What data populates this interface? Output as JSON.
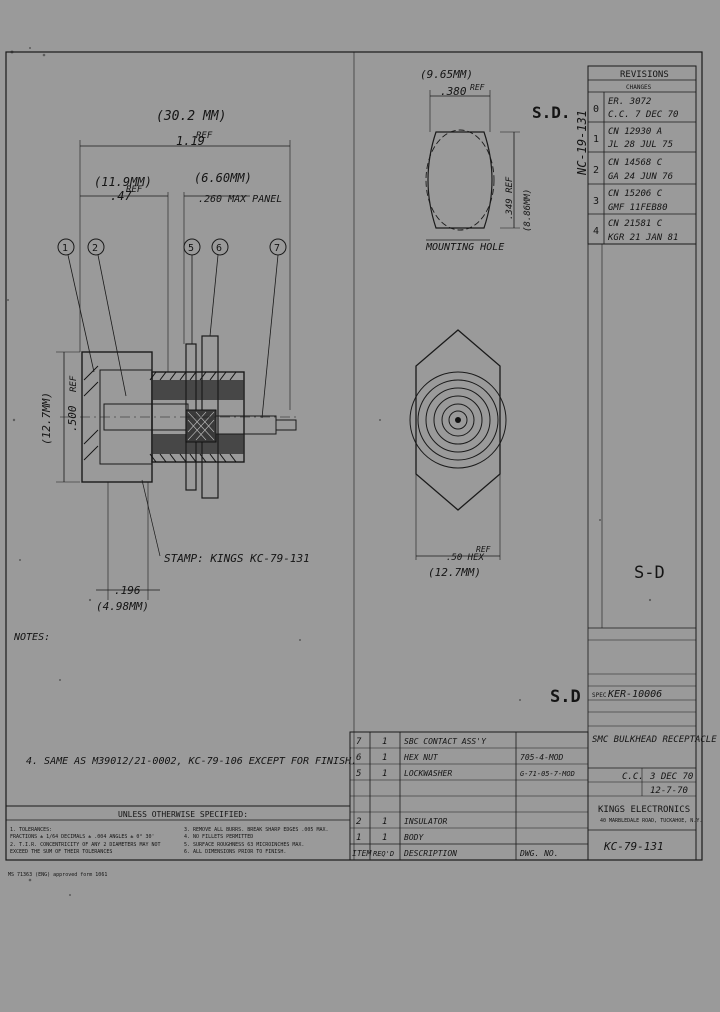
{
  "dimensions": {
    "overall_mm": "(30.2 MM)",
    "overall_in": "1.19",
    "overall_ref": "REF",
    "left_mm": "(11.9MM)",
    "left_in": ".47",
    "left_ref": "REF",
    "panel_mm": "(6.60MM)",
    "panel_in": ".260 MAX PANEL",
    "height_mm": "(12.7MM)",
    "height_in": ".500",
    "height_ref": "REF",
    "bottom_in": ".196",
    "bottom_mm": "(4.98MM)",
    "stamp": "STAMP: KINGS KC-79-131",
    "hole_mm": "(9.65MM)",
    "hole_in": ".380",
    "hole_ref": "REF",
    "hole_flat_in": ".349 REF",
    "hole_flat_mm": "(8.86MM)",
    "mounting_hole": "MOUNTING HOLE",
    "hex_in": ".50 HEX",
    "hex_ref": "REF",
    "hex_mm": "(12.7MM)"
  },
  "balloons": [
    "1",
    "2",
    "5",
    "6",
    "7"
  ],
  "sd_marks": {
    "top": "S.D.",
    "right": "S-D",
    "lower": "S.D"
  },
  "vertical_note": "NC-19-131",
  "revisions": {
    "title": "REVISIONS",
    "header": "CHANGES",
    "rows": [
      {
        "sym": "0",
        "line1": "ER. 3072",
        "line2": "C.C. 7 DEC 70"
      },
      {
        "sym": "1",
        "line1": "CN 12930 A",
        "line2": "JL 28 JUL 75"
      },
      {
        "sym": "2",
        "line1": "CN 14568 C",
        "line2": "GA 24 JUN 76"
      },
      {
        "sym": "3",
        "line1": "CN 15206 C",
        "line2": "GMF 11FEB80"
      },
      {
        "sym": "4",
        "line1": "CN 21581 C",
        "line2": "KGR 21 JAN 81"
      }
    ]
  },
  "notes_label": "NOTES:",
  "note_4": "4. SAME AS M39012/21-0002, KC-79-106 EXCEPT FOR FINISH.",
  "bom": {
    "rows": [
      {
        "item": "7",
        "qty": "1",
        "desc": "SBC CONTACT ASS'Y",
        "dwg": ""
      },
      {
        "item": "6",
        "qty": "1",
        "desc": "HEX NUT",
        "dwg": "705-4-MOD"
      },
      {
        "item": "5",
        "qty": "1",
        "desc": "LOCKWASHER",
        "dwg": "G-71-05-7-MOD"
      },
      {
        "item": "2",
        "qty": "1",
        "desc": "INSULATOR",
        "dwg": ""
      },
      {
        "item": "1",
        "qty": "1",
        "desc": "BODY",
        "dwg": ""
      }
    ],
    "header": {
      "item": "ITEM",
      "qty": "REQ'D",
      "desc": "DESCRIPTION",
      "dwg": "DWG. NO."
    }
  },
  "title_block": {
    "spec_label": "SPEC",
    "spec_value": "KER-10006",
    "name": "SMC BULKHEAD RECEPTACLE",
    "drawn": "C.C.",
    "drawn_date": "3 DEC 70",
    "appd": "12-7-70",
    "company": "KINGS ELECTRONICS",
    "address": "40 MARBLEDALE ROAD, TUCKAHOE, N.Y.",
    "dwg_no": "KC-79-131"
  },
  "spec_box": {
    "title": "UNLESS OTHERWISE SPECIFIED:",
    "left": [
      "1. TOLERANCES:",
      "FRACTIONS ± 1/64  DECIMALS ± .004  ANGLES ± 0° 30'",
      "2. T.I.R. CONCENTRICITY OF ANY 2 DIAMETERS MAY NOT",
      "EXCEED THE SUM OF THEIR TOLERANCES"
    ],
    "right": [
      "3. REMOVE ALL BURRS. BREAK SHARP EDGES .005 MAX.",
      "4. NO FILLETS PERMITTED",
      "5. SURFACE ROUGHNESS 63 MICROINCHES MAX.",
      "6. ALL DIMENSIONS PRIOR TO FINISH."
    ]
  },
  "footer": "MS 71363   (ENG) approved    form   1061"
}
